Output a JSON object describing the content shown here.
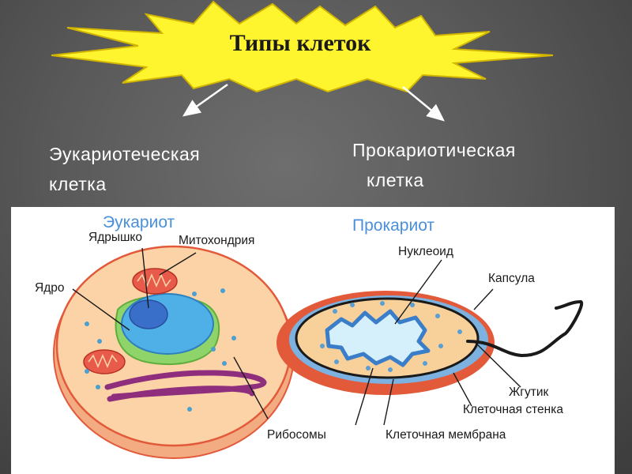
{
  "title": "Типы клеток",
  "headings": {
    "eukaryote": [
      "Эукариотеческая",
      "клетка"
    ],
    "prokaryote": [
      "Прокариотическая",
      "клетка"
    ]
  },
  "diagram": {
    "eukaryote_caption": "Эукариот",
    "prokaryote_caption": "Прокариот",
    "labels": {
      "nucleolus": "Ядрышко",
      "mitochondrion": "Митохондрия",
      "nucleus": "Ядро",
      "ribosomes": "Рибосомы",
      "nucleoid": "Нуклеоид",
      "capsule": "Капсула",
      "flagellum": "Жгутик",
      "cell_wall": "Клеточная стенка",
      "cell_membrane": "Клеточная мембрана"
    }
  },
  "colors": {
    "burst": "#fff52e",
    "cytoplasm": "#fcd2a7",
    "cell_edge": "#e25a3a",
    "nucleus": "#4fb0e8",
    "nucleolus": "#3a6fc9",
    "er": "#8ed46a",
    "golgi": "#8e2e7c",
    "caption": "#4a90d9",
    "nucleoid": "#d6f0fb"
  }
}
